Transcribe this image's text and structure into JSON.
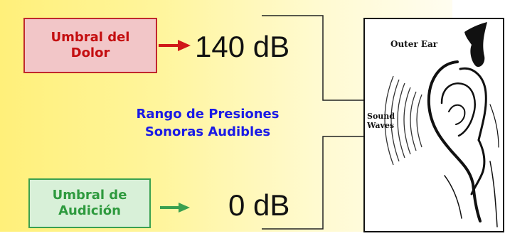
{
  "dolor_box": {
    "line1": "Umbral del",
    "line2": "Dolor"
  },
  "dolor_value": "140 dB",
  "audicion_box": {
    "line1": "Umbral de",
    "line2": "Audición"
  },
  "audicion_value": "0 dB",
  "center_label": {
    "line1": "Rango de Presiones",
    "line2": "Sonoras Audibles"
  },
  "ear_figure": {
    "outer_ear": "Outer Ear",
    "sound": "Sound",
    "waves": "Waves"
  },
  "colors": {
    "dolor_text": "#c40e10",
    "audicion_text": "#2e9a3e",
    "center_label": "#1a1ae6",
    "arrow_red": "#d01818",
    "arrow_green": "#3aa050"
  }
}
